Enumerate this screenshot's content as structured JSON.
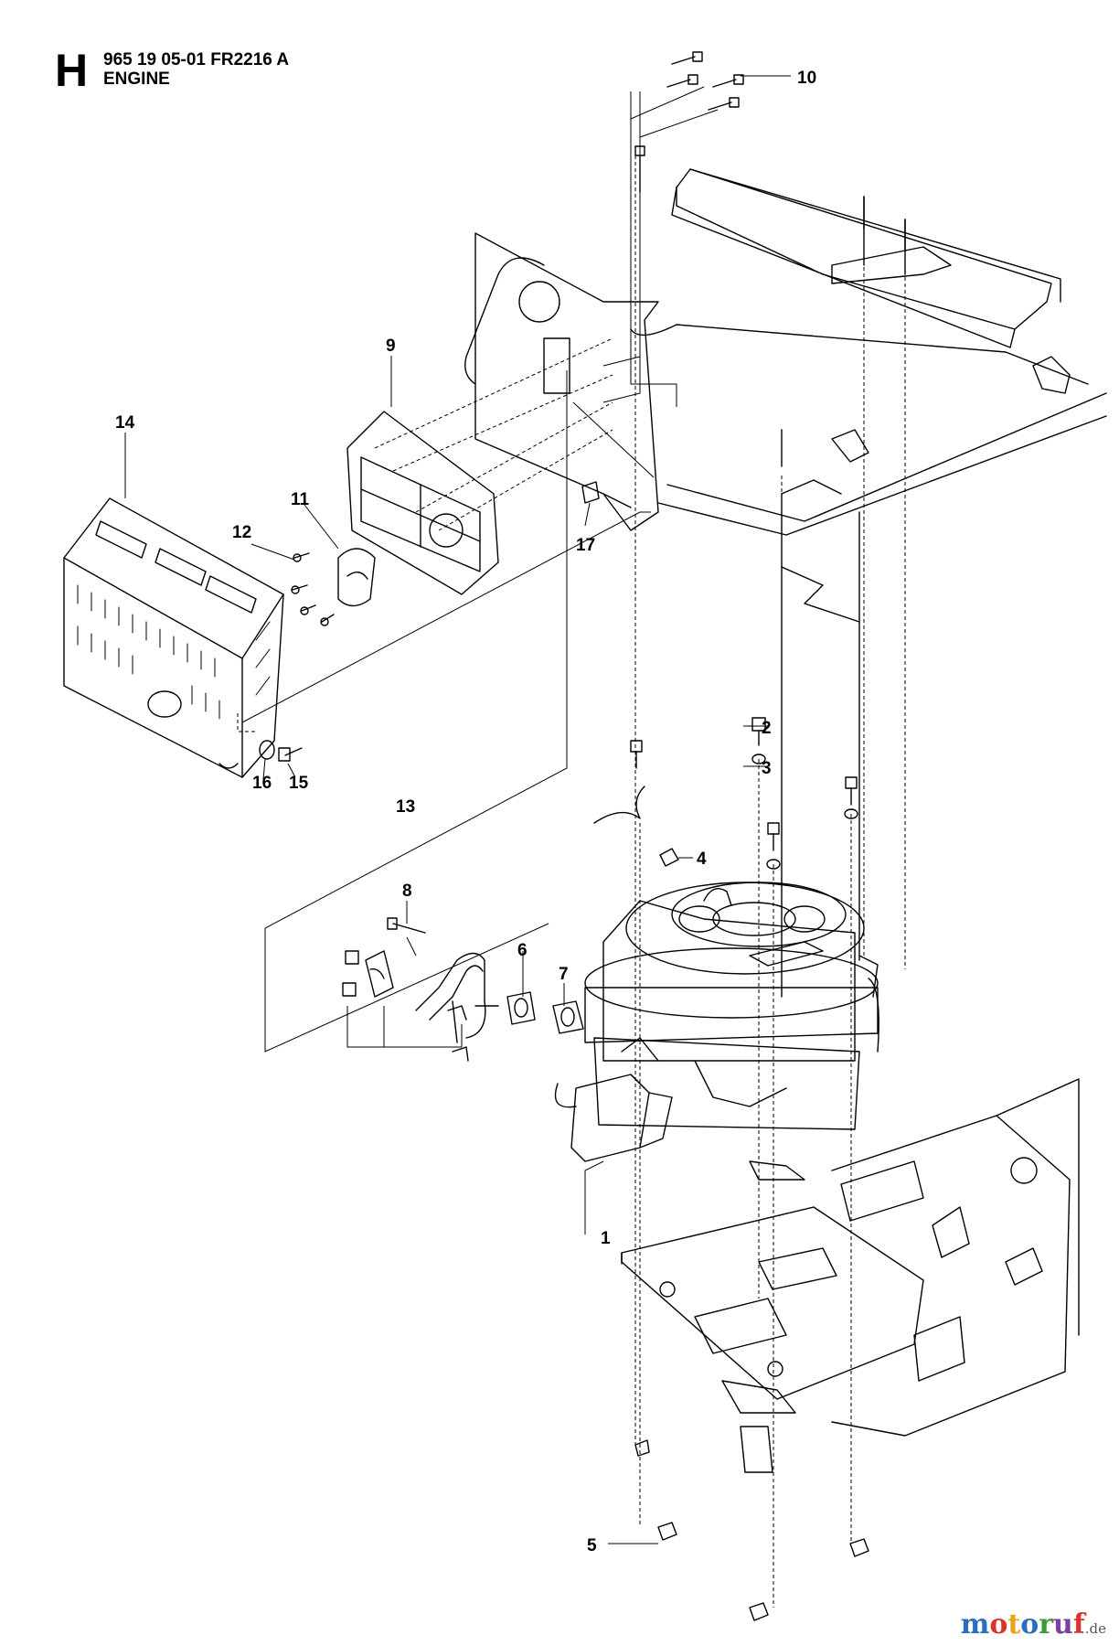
{
  "header": {
    "section_letter": "H",
    "part_number": "965 19 05-01 FR2216 A",
    "title": "ENGINE"
  },
  "callouts": [
    {
      "id": "1",
      "label": "1"
    },
    {
      "id": "2",
      "label": "2"
    },
    {
      "id": "3",
      "label": "3"
    },
    {
      "id": "4",
      "label": "4"
    },
    {
      "id": "5",
      "label": "5"
    },
    {
      "id": "6",
      "label": "6"
    },
    {
      "id": "7",
      "label": "7"
    },
    {
      "id": "8",
      "label": "8"
    },
    {
      "id": "9",
      "label": "9"
    },
    {
      "id": "10",
      "label": "10"
    },
    {
      "id": "11",
      "label": "11"
    },
    {
      "id": "12",
      "label": "12"
    },
    {
      "id": "13",
      "label": "13"
    },
    {
      "id": "14",
      "label": "14"
    },
    {
      "id": "15",
      "label": "15"
    },
    {
      "id": "16",
      "label": "16"
    },
    {
      "id": "17",
      "label": "17"
    }
  ],
  "watermark": {
    "text": "motoruf",
    "suffix": ".de",
    "letter_colors": [
      "#2a6fbf",
      "#d9342b",
      "#e8a21b",
      "#2a6fbf",
      "#3a9a3a",
      "#7a3fa0",
      "#d9342b"
    ]
  }
}
